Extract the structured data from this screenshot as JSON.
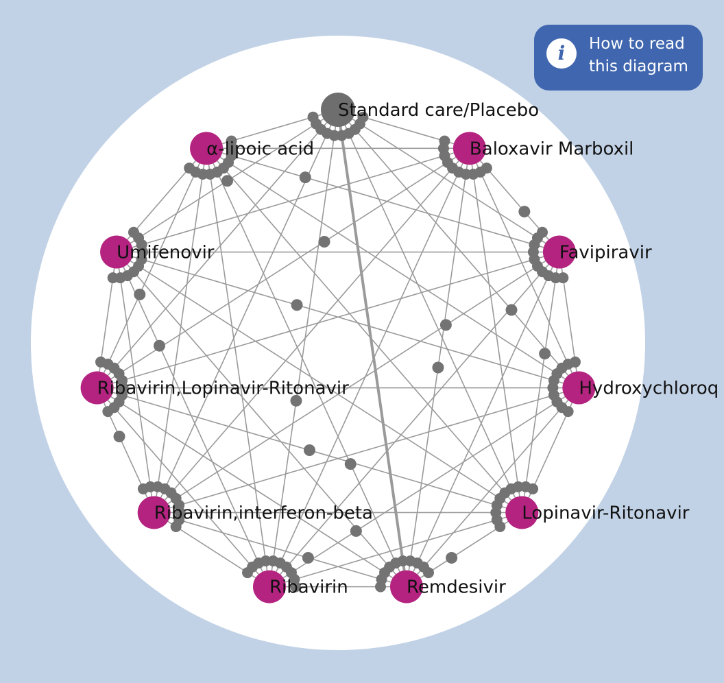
{
  "help": {
    "icon": "info-icon",
    "line1": "How to read",
    "line2": "this diagram"
  },
  "colors": {
    "background": "#c2d2e6",
    "circle": "#ffffff",
    "treatment_node": "#b3237f",
    "reference_node": "#6e6e6e",
    "edge": "#9a9a9a",
    "comparison_dot": "#737373",
    "help_button": "#3f66ae"
  },
  "network": {
    "nodes": [
      {
        "id": "placebo",
        "label": "Standard care/Placebo",
        "type": "reference"
      },
      {
        "id": "baloxavir",
        "label": "Baloxavir Marboxil",
        "type": "treatment"
      },
      {
        "id": "favipiravir",
        "label": "Favipiravir",
        "type": "treatment"
      },
      {
        "id": "hcq",
        "label": "Hydroxychloroq",
        "type": "treatment"
      },
      {
        "id": "lopinavir",
        "label": "Lopinavir-Ritonavir",
        "type": "treatment"
      },
      {
        "id": "remdesivir",
        "label": "Remdesivir",
        "type": "treatment"
      },
      {
        "id": "ribavirin",
        "label": "Ribavirin",
        "type": "treatment"
      },
      {
        "id": "riba_ifn",
        "label": "Ribavirin,interferon-beta",
        "type": "treatment"
      },
      {
        "id": "riba_lpv",
        "label": "Ribavirin,Lopinavir-Ritonavir",
        "type": "treatment"
      },
      {
        "id": "umifenovir",
        "label": "Umifenovir",
        "type": "treatment"
      },
      {
        "id": "lipoic",
        "label": "α-lipoic acid",
        "type": "treatment"
      }
    ],
    "emphasized_edge": [
      "placebo",
      "remdesivir"
    ]
  }
}
